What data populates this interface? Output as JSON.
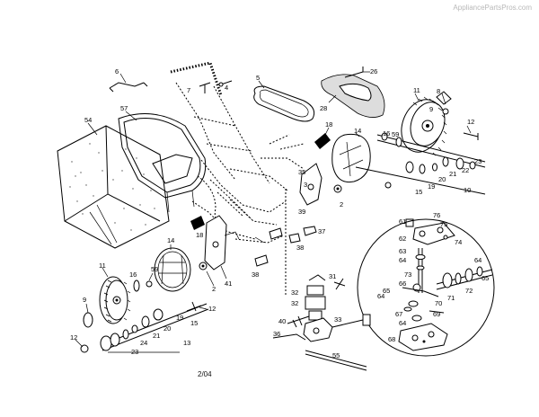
{
  "watermark": "AppliancePartsPros.com",
  "footer_code": "2/04",
  "callouts": {
    "bag": "54",
    "frame": "57",
    "clip": "6",
    "bolt7": "7",
    "bolt4": "4",
    "belt": "5",
    "rod26": "26",
    "cover28": "28",
    "wheel11_top": "11",
    "nut8": "8",
    "n9_top": "9",
    "n12_top": "12",
    "n18_top": "18",
    "n14_top": "14",
    "n16_top": "16",
    "n59_top": "59",
    "n22": "22",
    "n23_top": "23",
    "n21_top": "21",
    "n20_top": "20",
    "n19_top": "19",
    "n15_top": "15",
    "n10": "10",
    "n35": "35",
    "n3": "3",
    "n2_top": "2",
    "n39": "39",
    "n37": "37",
    "n38_top": "38",
    "n18_bot": "18",
    "n14_bot": "14",
    "n11_bot": "11",
    "n16_bot": "16",
    "n59_bot": "59",
    "n9_bot": "9",
    "n2_bot": "2",
    "n41": "41",
    "n38_bot": "38",
    "n12_mid": "12",
    "n15_bot": "15",
    "n19_bot": "19",
    "n20_bot": "20",
    "n21_bot": "21",
    "n24": "24",
    "n13": "13",
    "n23_bot": "23",
    "n12_bot": "12",
    "n31": "31",
    "n32_a": "32",
    "n32_b": "32",
    "n40": "40",
    "n33": "33",
    "n36": "36",
    "n55": "55",
    "n61": "61",
    "n76": "76",
    "n75": "75",
    "n62": "62",
    "n74": "74",
    "n63": "63",
    "n64_a": "64",
    "n73": "73",
    "n66": "66",
    "n64_b": "64",
    "n67": "67",
    "n71": "71",
    "n72": "72",
    "n65_a": "65",
    "n65_b": "65",
    "n64_c": "64",
    "n64_d": "64",
    "n70": "70",
    "n69": "69",
    "n68": "68"
  }
}
